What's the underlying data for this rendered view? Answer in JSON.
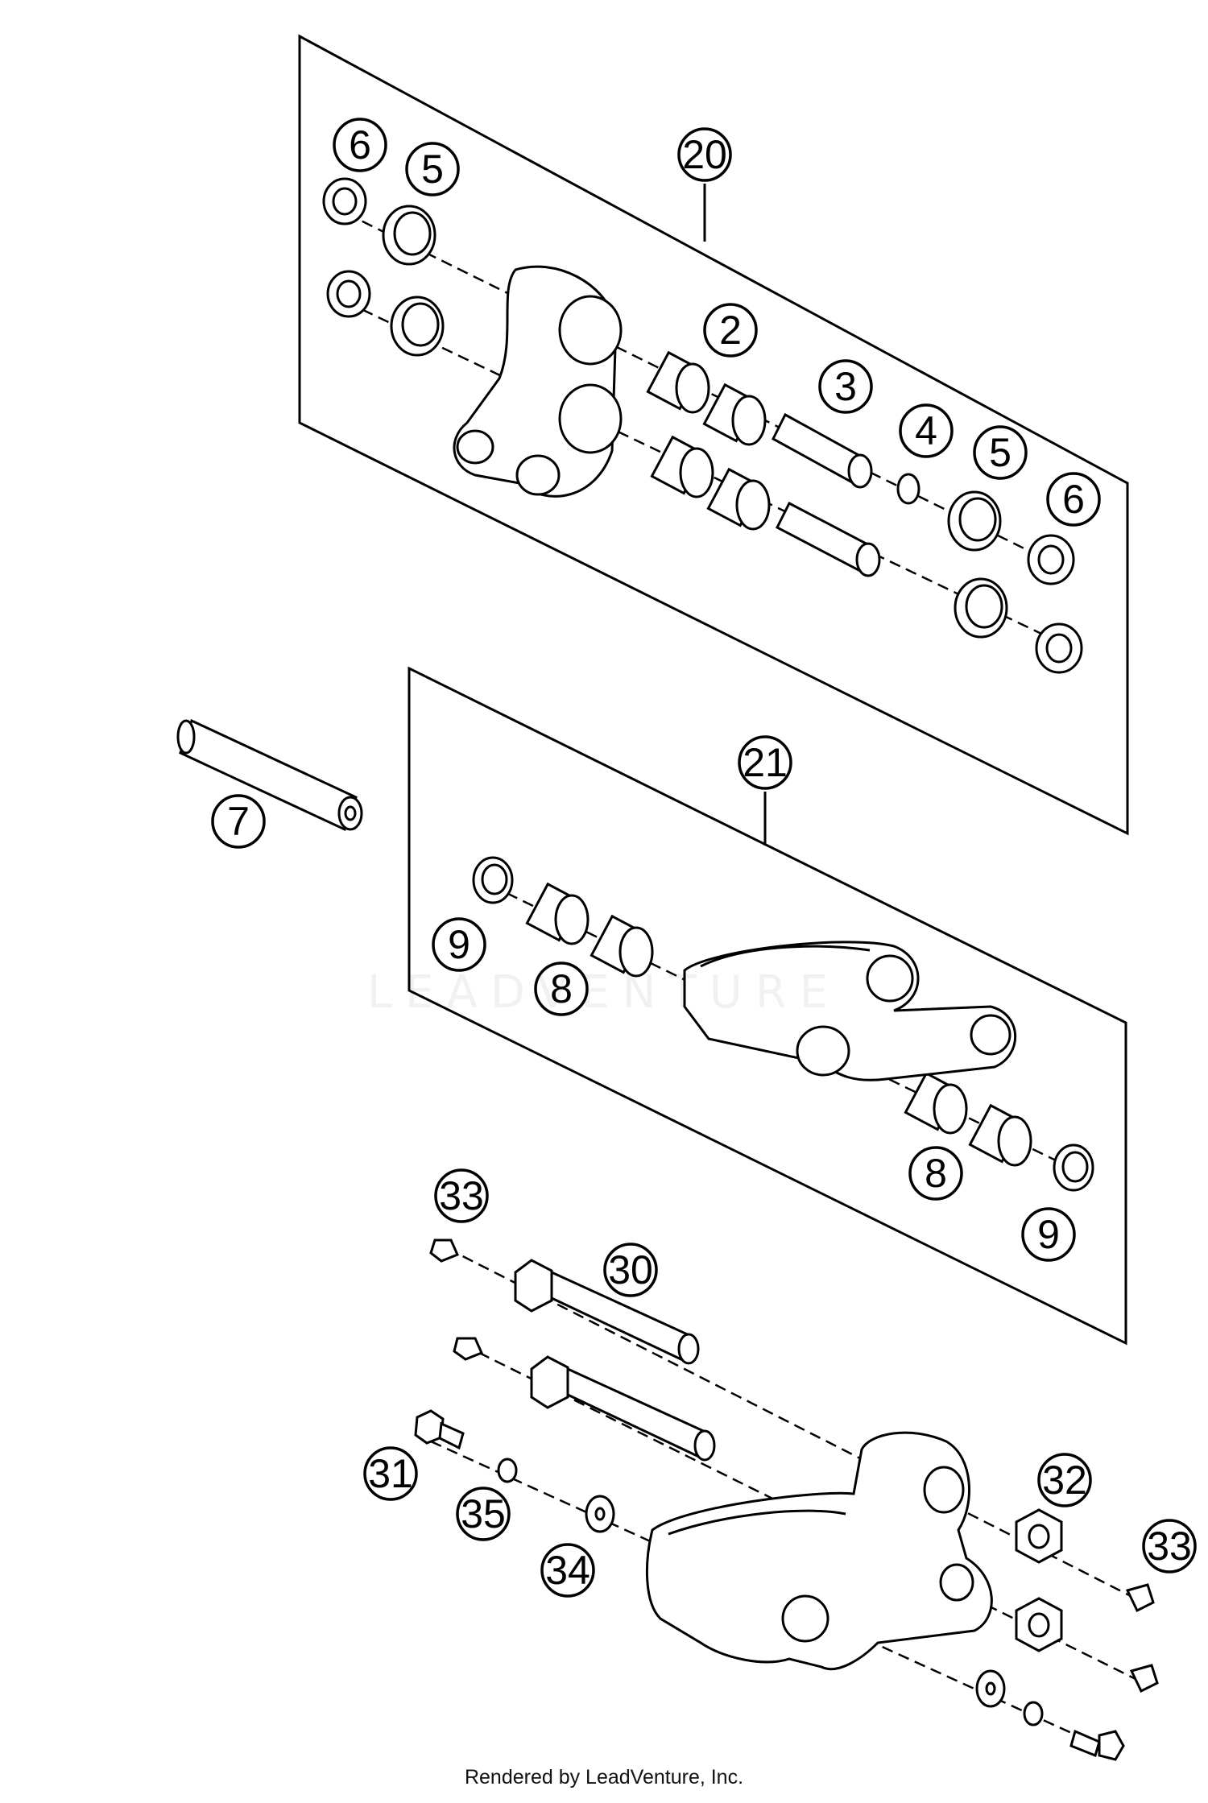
{
  "footer": {
    "credit": "Rendered by LeadVenture, Inc."
  },
  "watermark": {
    "text": "LEADVENTURE"
  },
  "diagram": {
    "line_color": "#000000",
    "background": "#ffffff",
    "callouts": [
      {
        "id": "c20a",
        "label": "20"
      },
      {
        "id": "c6a",
        "label": "6"
      },
      {
        "id": "c5a",
        "label": "5"
      },
      {
        "id": "c2",
        "label": "2"
      },
      {
        "id": "c3",
        "label": "3"
      },
      {
        "id": "c4",
        "label": "4"
      },
      {
        "id": "c5b",
        "label": "5"
      },
      {
        "id": "c6b",
        "label": "6"
      },
      {
        "id": "c7",
        "label": "7"
      },
      {
        "id": "c21",
        "label": "21"
      },
      {
        "id": "c9a",
        "label": "9"
      },
      {
        "id": "c8a",
        "label": "8"
      },
      {
        "id": "c8b",
        "label": "8"
      },
      {
        "id": "c9b",
        "label": "9"
      },
      {
        "id": "c33a",
        "label": "33"
      },
      {
        "id": "c30",
        "label": "30"
      },
      {
        "id": "c31",
        "label": "31"
      },
      {
        "id": "c35",
        "label": "35"
      },
      {
        "id": "c34",
        "label": "34"
      },
      {
        "id": "c32",
        "label": "32"
      },
      {
        "id": "c33b",
        "label": "33"
      }
    ]
  }
}
